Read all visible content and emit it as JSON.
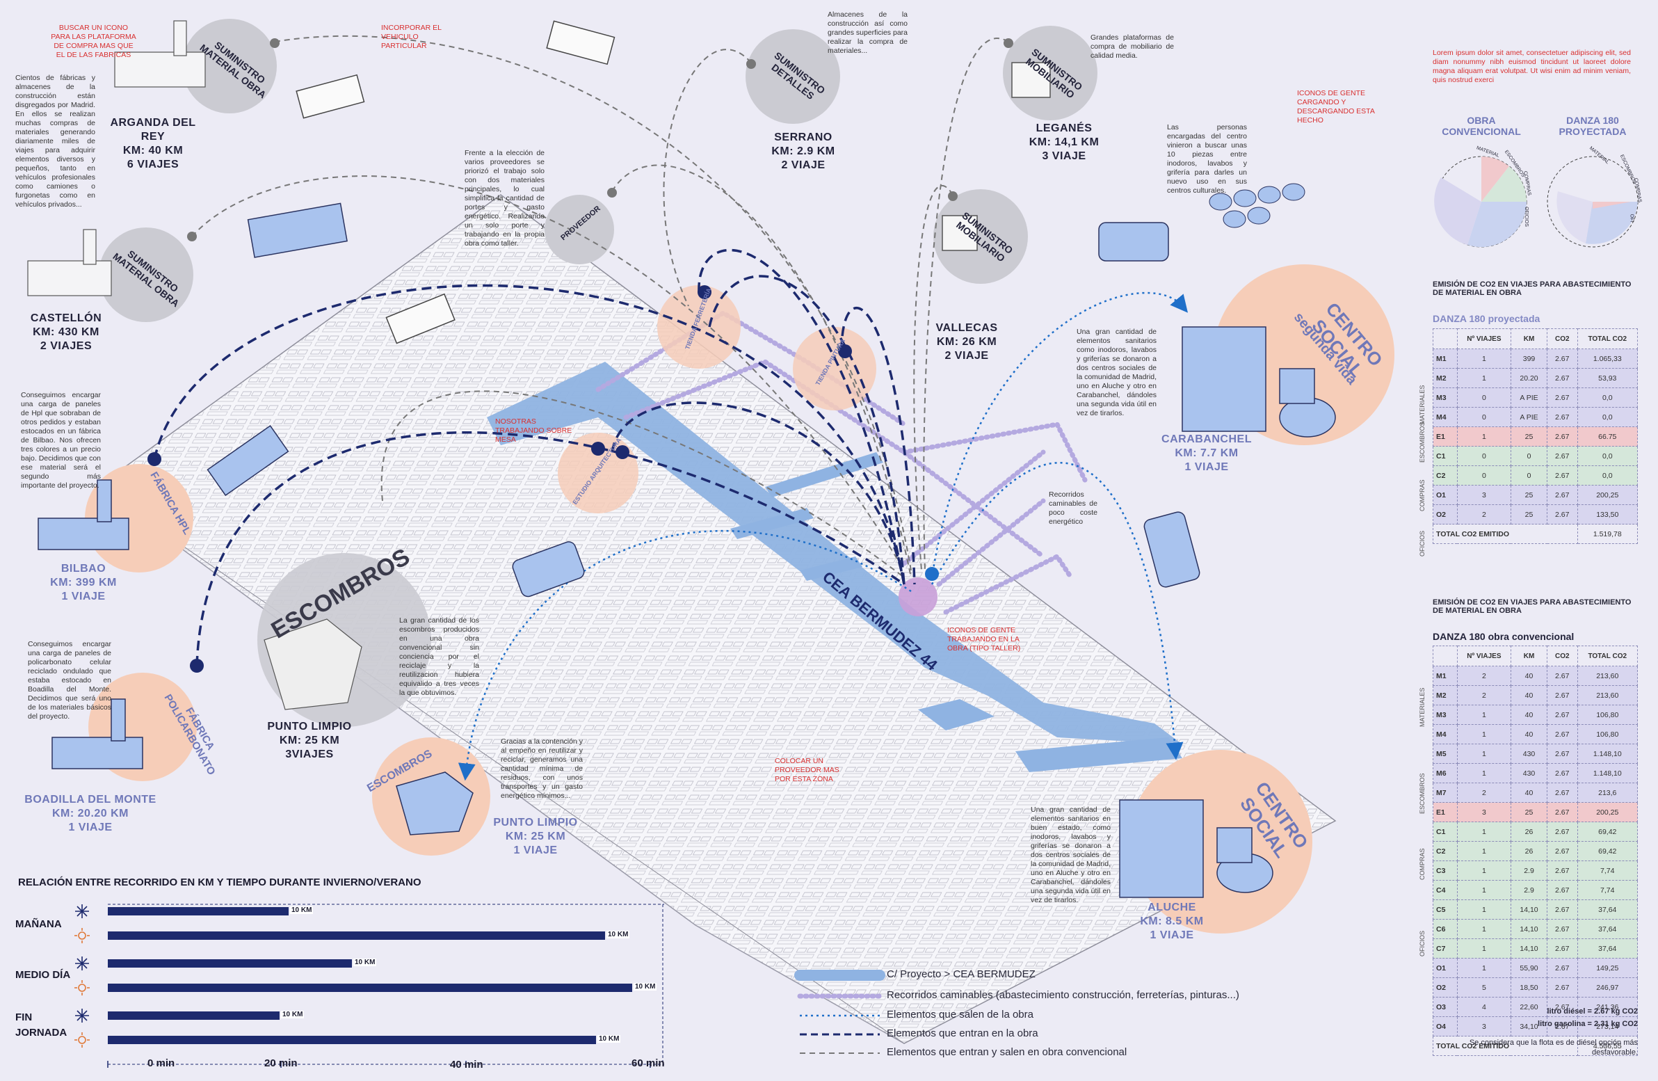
{
  "colors": {
    "accent_blue": "#7fa7dd",
    "dark_blue": "#1d2a6e",
    "lavender": "#b9b5e6",
    "peach": "#f6cdb8",
    "gray_circle": "#cbcbd2",
    "bg": "#ecebf5",
    "red": "#d83030"
  },
  "notes": {
    "arganda_red": "BUSCAR UN ICONO PARA LAS PLATAFORMA DE COMPRA MAS QUE EL DE LAS FABRICAS",
    "vehicle_red": "INCORPORAR EL VEHICULO PARTICULAR",
    "factories": "Cientos de fábricas y almacenes de la construcción están disgregados por Madrid. En ellos se realizan muchas compras de materiales generando diariamente miles de viajes para adquirir elementos diversos y pequeños, tanto en vehículos profesionales como camiones o furgonetas como en vehículos privados...",
    "proveedor": "Frente a la elección de varios proveedores se priorizó el trabajo solo con dos materiales principales, lo cual simplifica la cantidad de portes y gasto energético. Realizando un solo porte y trabajando en la propia obra como taller.",
    "almacenes": "Almacenes de la construcción así como grandes superficies para realizar la compra de materiales...",
    "grandes": "Grandes plataformas de compra de mobiliario de calidad media.",
    "gente_red": "ICONOS DE GENTE CARGANDO Y DESCARGANDO ESTA HECHO",
    "personas": "Las personas encargadas del centro vinieron a buscar unas 10 piezas entre inodoros, lavabos y grifería para darles un nuevo uso en sus centros culturales.",
    "lorem_red": "Lorem ipsum dolor sit amet, consectetuer adipiscing elit, sed diam nonummy nibh euismod tincidunt ut laoreet dolore magna aliquam erat volutpat. Ut wisi enim ad minim veniam, quis nostrud exerci",
    "hpl": "Conseguimos encargar una carga de paneles de Hpl que sobraban de otros pedidos y estaban estocados en un fábrica de Bilbao. Nos ofrecen tres colores a un precio bajo. Decidimos que con ese material será el segundo más importante del proyecto.",
    "nosotras_red": "NOSOTRAS TRABAJANDO SOBRE MESA",
    "policarb": "Conseguimos encargar una carga de paneles de policarbonato celular reciclado ondulado que estaba estocado en Boadilla del Monte. Decidimos que será uno de los materiales básicos del proyecto.",
    "escombros": "La gran cantidad de los escombros producidos en una obra convencional sin conciencia por el reciclaje y la reutilizacion hubiera equivalido a tres veces la que obtuvimos.",
    "recorridos": "Recorridos caminables de poco coste energético",
    "sanitarios1": "Una gran cantidad de elementos sanitarios como inodoros, lavabos y griferías se donaron a dos centros sociales de la comunidad de Madrid, uno en Aluche y otro en Carabanchel, dándoles una segunda vida útil en vez de tirarlos.",
    "gente_taller_red": "ICONOS DE GENTE TRABAJANDO EN LA OBRA (TIPO TALLER)",
    "gracias": "Gracias a la contención y al empeño en reutilizar y reciclar, generamos una cantidad mínima de residuos, con unos transportes y un gasto energético mínimos...",
    "colocar_red": "COLOCAR UN PROVEEDOR MAS POR ESTA ZONA",
    "sanitarios2": "Una gran cantidad de elementos sanitarios en buen estado, como inodoros, lavabos y griferías se donaron a dos centros sociales de la comunidad de Madrid, uno en Aluche y otro en Carabanchel, dándoles una segunda vida útil en vez de tirarlos."
  },
  "circles": {
    "sum_obra_1": "SUMINISTRO MATERIAL OBRA",
    "sum_obra_2": "SUMINISTRO MATERIAL OBRA",
    "sum_detalles": "SUMINISTRO DETALLES",
    "sum_mob_1": "SUMINISTRO MOBILIARIO",
    "sum_mob_2": "SUMINISTRO MOBILIARIO",
    "proveedor": "PROVEEDOR",
    "fabrica_hpl": "FÁBRICA HPL",
    "fabrica_poli": "FÁBRICA POLICARBONATO",
    "escombros_big": "ESCOMBROS",
    "escombros_small": "ESCOMBROS",
    "centro_social_sv": "CENTRO SOCIAL",
    "segunda_vida": "segunda vida",
    "centro_social": "CENTRO SOCIAL",
    "tienda_ferret": "TIENDA FERRETERÍA",
    "tienda_pintura": "TIENDA PINTURA",
    "estudio_arq": "ESTUDIO ARQUITECTURA",
    "cea": "CEA BERMUDEZ 44"
  },
  "places": {
    "arganda": [
      "ARGANDA DEL REY",
      "KM: 40 KM",
      "6 VIAJES"
    ],
    "castellon": [
      "CASTELLÓN",
      "KM: 430 KM",
      "2 VIAJES"
    ],
    "serrano": [
      "SERRANO",
      "KM: 2.9 KM",
      "2 VIAJE"
    ],
    "leganes": [
      "LEGANÉS",
      "KM: 14,1 KM",
      "3 VIAJE"
    ],
    "vallecas": [
      "VALLECAS",
      "KM: 26 KM",
      "2 VIAJE"
    ],
    "bilbao": [
      "BILBAO",
      "KM: 399 KM",
      "1 VIAJE"
    ],
    "boadilla": [
      "BOADILLA DEL MONTE",
      "KM: 20.20 KM",
      "1 VIAJE"
    ],
    "punto_limpio_1": [
      "PUNTO LIMPIO",
      "KM: 25 KM",
      "3VIAJES"
    ],
    "punto_limpio_2": [
      "PUNTO LIMPIO",
      "KM: 25 KM",
      "1 VIAJE"
    ],
    "carabanchel": [
      "CARABANCHEL",
      "KM: 7.7 KM",
      "1 VIAJE"
    ],
    "aluche": [
      "ALUCHE",
      "KM: 8.5 KM",
      "1 VIAJE"
    ]
  },
  "pies": {
    "left_title": "OBRA CONVENCIONAL",
    "right_title": "DANZA 180 PROYECTADA",
    "labels_left": [
      "MATERIAL",
      "ESCOMBROS",
      "COMPRAS",
      "OFICIOS"
    ],
    "labels_right": [
      "MATERIAL",
      "ESCOMBROS",
      "COMPRAS",
      "OFI"
    ],
    "left_values": {
      "material": 46,
      "escombros": 6,
      "compras": 5,
      "oficios": 18
    },
    "right_values": {
      "material": 70,
      "escombros": 6,
      "compras": 0,
      "oficios": 24
    }
  },
  "table1": {
    "heading": "EMISIÓN DE CO2 EN VIAJES PARA ABASTECIMIENTO DE MATERIAL EN OBRA",
    "sub": "DANZA 180 proyectada",
    "cols": [
      "",
      "Nº VIAJES",
      "KM",
      "CO2",
      "TOTAL CO2"
    ],
    "rows": [
      {
        "k": "M1",
        "v": [
          "1",
          "399",
          "2.67",
          "1.065,33"
        ],
        "cls": "rm"
      },
      {
        "k": "M2",
        "v": [
          "1",
          "20.20",
          "2.67",
          "53,93"
        ],
        "cls": "rm"
      },
      {
        "k": "M3",
        "v": [
          "0",
          "A PIE",
          "2.67",
          "0,0"
        ],
        "cls": "rm"
      },
      {
        "k": "M4",
        "v": [
          "0",
          "A PIE",
          "2.67",
          "0,0"
        ],
        "cls": "rm"
      },
      {
        "k": "E1",
        "v": [
          "1",
          "25",
          "2.67",
          "66.75"
        ],
        "cls": "re"
      },
      {
        "k": "C1",
        "v": [
          "0",
          "0",
          "2.67",
          "0,0"
        ],
        "cls": "rc"
      },
      {
        "k": "C2",
        "v": [
          "0",
          "0",
          "2.67",
          "0,0"
        ],
        "cls": "rc"
      },
      {
        "k": "O1",
        "v": [
          "3",
          "25",
          "2.67",
          "200,25"
        ],
        "cls": "ro"
      },
      {
        "k": "O2",
        "v": [
          "2",
          "25",
          "2.67",
          "133,50"
        ],
        "cls": "ro"
      }
    ],
    "total_label": "TOTAL CO2 EMITIDO",
    "total": "1.519,78",
    "groups": [
      "MATERIALES",
      "ESCOMBROS",
      "COMPRAS",
      "OFICIOS"
    ]
  },
  "table2": {
    "heading": "EMISIÓN DE CO2 EN VIAJES PARA ABASTECIMIENTO DE MATERIAL EN OBRA",
    "sub": "DANZA 180 obra convencional",
    "cols": [
      "",
      "Nº VIAJES",
      "KM",
      "CO2",
      "TOTAL CO2"
    ],
    "rows": [
      {
        "k": "M1",
        "v": [
          "2",
          "40",
          "2.67",
          "213,60"
        ],
        "cls": "rm"
      },
      {
        "k": "M2",
        "v": [
          "2",
          "40",
          "2.67",
          "213,60"
        ],
        "cls": "rm"
      },
      {
        "k": "M3",
        "v": [
          "1",
          "40",
          "2.67",
          "106,80"
        ],
        "cls": "rm"
      },
      {
        "k": "M4",
        "v": [
          "1",
          "40",
          "2.67",
          "106,80"
        ],
        "cls": "rm"
      },
      {
        "k": "M5",
        "v": [
          "1",
          "430",
          "2.67",
          "1.148,10"
        ],
        "cls": "rm"
      },
      {
        "k": "M6",
        "v": [
          "1",
          "430",
          "2.67",
          "1.148,10"
        ],
        "cls": "rm"
      },
      {
        "k": "M7",
        "v": [
          "2",
          "40",
          "2.67",
          "213,6"
        ],
        "cls": "rm"
      },
      {
        "k": "E1",
        "v": [
          "3",
          "25",
          "2.67",
          "200,25"
        ],
        "cls": "re"
      },
      {
        "k": "C1",
        "v": [
          "1",
          "26",
          "2.67",
          "69,42"
        ],
        "cls": "rc"
      },
      {
        "k": "C2",
        "v": [
          "1",
          "26",
          "2.67",
          "69,42"
        ],
        "cls": "rc"
      },
      {
        "k": "C3",
        "v": [
          "1",
          "2.9",
          "2.67",
          "7,74"
        ],
        "cls": "rc"
      },
      {
        "k": "C4",
        "v": [
          "1",
          "2.9",
          "2.67",
          "7,74"
        ],
        "cls": "rc"
      },
      {
        "k": "C5",
        "v": [
          "1",
          "14,10",
          "2.67",
          "37,64"
        ],
        "cls": "rc"
      },
      {
        "k": "C6",
        "v": [
          "1",
          "14,10",
          "2.67",
          "37,64"
        ],
        "cls": "rc"
      },
      {
        "k": "C7",
        "v": [
          "1",
          "14,10",
          "2.67",
          "37,64"
        ],
        "cls": "rc"
      },
      {
        "k": "O1",
        "v": [
          "1",
          "55,90",
          "2.67",
          "149,25"
        ],
        "cls": "ro"
      },
      {
        "k": "O2",
        "v": [
          "5",
          "18,50",
          "2.67",
          "246,97"
        ],
        "cls": "ro"
      },
      {
        "k": "O3",
        "v": [
          "4",
          "22,60",
          "2.67",
          "241,36"
        ],
        "cls": "ro"
      },
      {
        "k": "O4",
        "v": [
          "3",
          "34,10",
          "2.67",
          "273,14"
        ],
        "cls": "ro"
      }
    ],
    "total_label": "TOTAL CO2 EMITIDO",
    "total": "4.536,55",
    "groups": [
      "MATERIALES",
      "ESCOMBROS",
      "COMPRAS",
      "OFICIOS"
    ],
    "foot1": "litro diésel = 2.67 kg CO2",
    "foot2": "litro gasolina = 2.31 kg CO2",
    "foot3": "Se considera que la flota es de diésel opción más desfavorable."
  },
  "legend": [
    "C/ Proyecto > CEA BERMUDEZ",
    "Recorridos caminables (abastecimiento construcción, ferreterías, pinturas...)",
    "Elementos que salen de la obra",
    "Elementos que entran en la obra",
    "Elementos que entran y salen en obra convencional"
  ],
  "chart_data": {
    "type": "bar",
    "title": "RELACIÓN ENTRE RECORRIDO EN KM Y TIEMPO DURANTE INVIERNO/VERANO",
    "categories": [
      "MAÑANA",
      "MEDIO DÍA",
      "FIN JORNADA"
    ],
    "series": [
      {
        "season": "invierno",
        "values": [
          20,
          27,
          19
        ]
      },
      {
        "season": "verano",
        "values": [
          55,
          58,
          54
        ]
      }
    ],
    "bar_tag": "10 KM",
    "xlim": [
      0,
      60
    ],
    "xticks": [
      "0 min",
      "20 min",
      "40 min",
      "60 min"
    ]
  }
}
